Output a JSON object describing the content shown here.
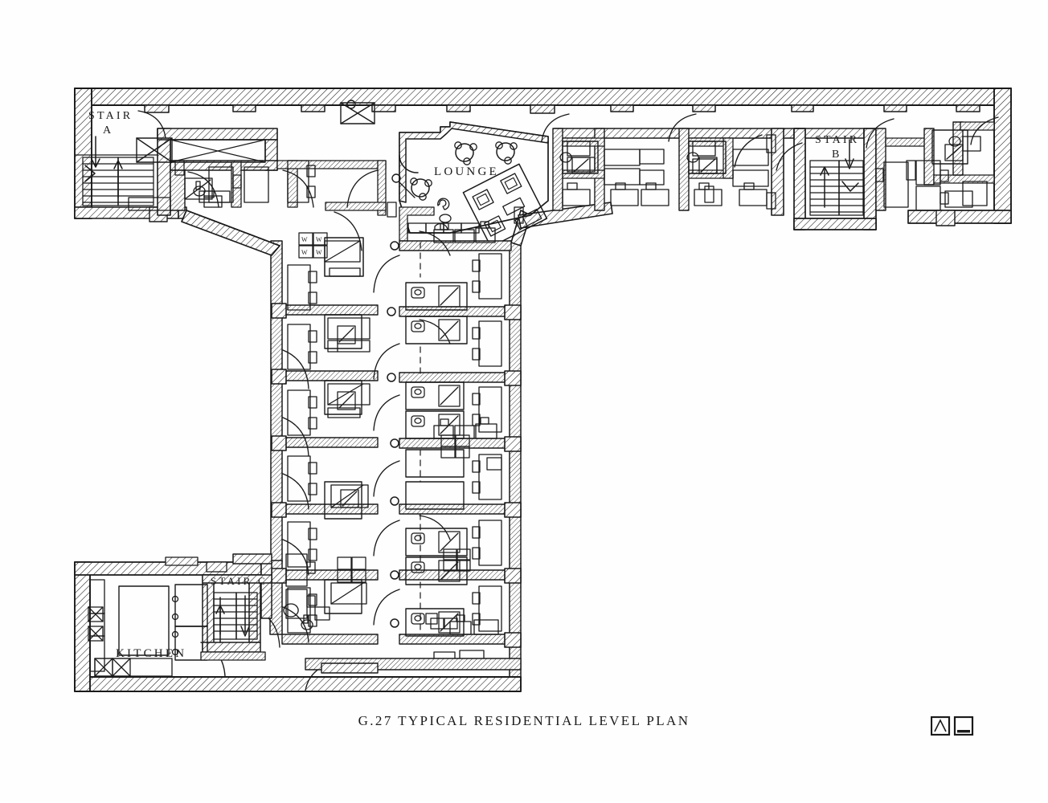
{
  "drawing": {
    "title": "G.27 TYPICAL RESIDENTIAL LEVEL PLAN",
    "sheet_number": "G.27",
    "sheet_name": "TYPICAL RESIDENTIAL LEVEL PLAN",
    "type": "architectural-floor-plan",
    "medium": "hand-drawn ink line drawing",
    "paper_color": "#fefefe",
    "ink_color": "#1a1a1a",
    "building_footprint": "T-shaped / inverted-T plan with long east-west bar and a central north-south residential wing"
  },
  "labels": {
    "stair_a_line1": "STAIR",
    "stair_a_line2": "A",
    "stair_b_line1": "STAIR",
    "stair_b_line2": "B",
    "stair_c": "STAIR C",
    "kitchen": "KITCHEN",
    "lounge": "LOUNGE"
  },
  "rooms": [
    {
      "name": "STAIR A",
      "zone": "north-west corner",
      "program": "egress stair"
    },
    {
      "name": "STAIR B",
      "zone": "north-east",
      "program": "egress stair"
    },
    {
      "name": "STAIR C",
      "zone": "south-west",
      "program": "egress stair"
    },
    {
      "name": "KITCHEN",
      "zone": "south-west corner",
      "program": "communal kitchen"
    },
    {
      "name": "LOUNGE",
      "zone": "north-center",
      "program": "communal lounge"
    }
  ],
  "legend_symbols": [
    {
      "name": "hatched-wall",
      "meaning": "structural wall poche, 45-degree hatching"
    },
    {
      "name": "door-swing-arc",
      "meaning": "hinged door with quarter-circle swing"
    },
    {
      "name": "stair-treads",
      "meaning": "run of stair treads with up/down arrow"
    },
    {
      "name": "column-circle",
      "meaning": "round column on corridor centerline"
    },
    {
      "name": "dashed-centerline",
      "meaning": "corridor centerline, dashed"
    },
    {
      "name": "bed-symbol",
      "meaning": "single bed in dormitory room"
    },
    {
      "name": "desk-symbol",
      "meaning": "desk and chair"
    },
    {
      "name": "shower-symbol",
      "meaning": "shower pan with diagonal drain line"
    },
    {
      "name": "sink-symbol",
      "meaning": "lavatory sink"
    },
    {
      "name": "toilet-symbol",
      "meaning": "water closet"
    },
    {
      "name": "locker-grid",
      "meaning": "bank of small lockers / mailboxes"
    },
    {
      "name": "round-table",
      "meaning": "round lounge table with chairs"
    }
  ],
  "logo": {
    "name": "publisher-mark",
    "glyph_left": "square-with-triangle",
    "glyph_right": "square-with-base-bar"
  }
}
